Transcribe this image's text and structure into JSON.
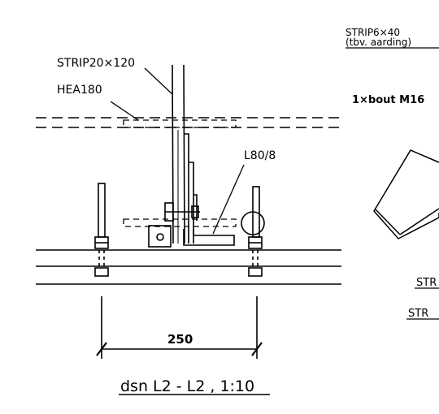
{
  "labels": {
    "strip_20x120": "STRIP20×120",
    "hea180": "HEA180",
    "l80_8": "L80/8",
    "dimension_250": "250",
    "section_title": "dsn L2 - L2 , 1:10",
    "strip_6x40": "STRIP6×40",
    "strip_6x40_note": "(tbv. aarding)",
    "bolt_note": "1×bout M16",
    "str_1": "STR",
    "str_2": "STR"
  }
}
